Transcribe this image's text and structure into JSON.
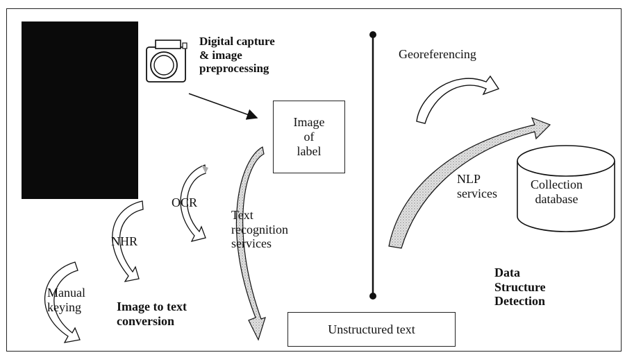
{
  "diagram": {
    "capture_label": "Digital capture\n& image\npreprocessing",
    "image_of_label": "Image\nof\nlabel",
    "georeferencing": "Georeferencing",
    "nlp_services": "NLP\nservices",
    "collection_database": "Collection\ndatabase",
    "ocr": "OCR",
    "nhr": "NHR",
    "manual_keying": "Manual\nkeying",
    "text_recognition_services": "Text\nrecognition\nservices",
    "image_to_text_conversion": "Image to text\nconversion",
    "data_structure_detection": "Data\nStructure\nDetection",
    "unstructured_text": "Unstructured text"
  }
}
